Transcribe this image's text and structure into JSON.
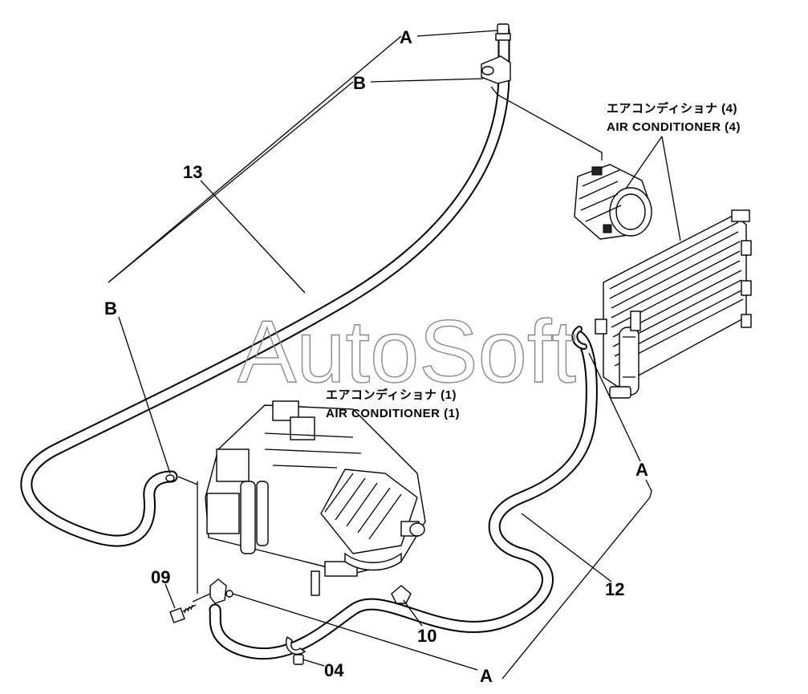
{
  "labels": {
    "conn_a_top": "A",
    "conn_b_top": "B",
    "conn_b_left": "B",
    "conn_a_right": "A",
    "conn_a_bottom": "A",
    "part_13": "13",
    "part_12": "12",
    "part_10": "10",
    "part_09": "09",
    "part_04": "04"
  },
  "callouts": {
    "ac4_jp": "エアコンディショナ (4)",
    "ac4_en": "AIR CONDITIONER (4)",
    "ac1_jp": "エアコンディショナ (1)",
    "ac1_en": "AIR CONDITIONER (1)"
  },
  "watermark": "AutoSoft",
  "icons": {
    "compressor": "compressor-icon",
    "condenser": "condenser-icon",
    "receiver_drier": "receiver-drier-icon",
    "hvac_unit": "hvac-unit-icon",
    "bolt": "bolt-icon",
    "clamp": "clamp-icon"
  }
}
